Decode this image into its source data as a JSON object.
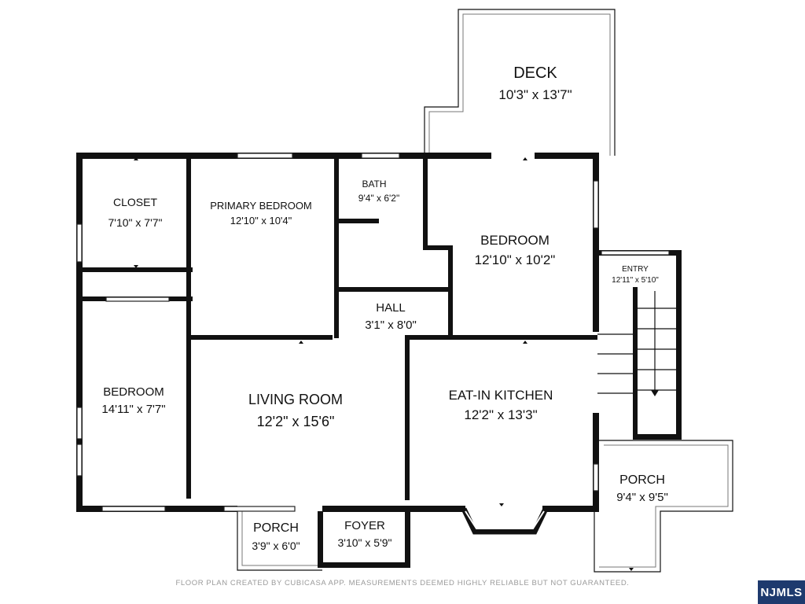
{
  "rooms": [
    {
      "id": "deck",
      "name": "DECK",
      "dims": "10'3\" x 13'7\""
    },
    {
      "id": "closet",
      "name": "CLOSET",
      "dims": "7'10\" x 7'7\""
    },
    {
      "id": "primary-bedroom",
      "name": "PRIMARY BEDROOM",
      "dims": "12'10\" x 10'4\""
    },
    {
      "id": "bath",
      "name": "BATH",
      "dims": "9'4\" x 6'2\""
    },
    {
      "id": "bedroom-right",
      "name": "BEDROOM",
      "dims": "12'10\" x 10'2\""
    },
    {
      "id": "entry",
      "name": "ENTRY",
      "dims": "12'11\" x 5'10\""
    },
    {
      "id": "hall",
      "name": "HALL",
      "dims": "3'1\" x 8'0\""
    },
    {
      "id": "bedroom-left",
      "name": "BEDROOM",
      "dims": "14'11\" x 7'7\""
    },
    {
      "id": "living-room",
      "name": "LIVING ROOM",
      "dims": "12'2\" x 15'6\""
    },
    {
      "id": "kitchen",
      "name": "EAT-IN KITCHEN",
      "dims": "12'2\" x 13'3\""
    },
    {
      "id": "porch-right",
      "name": "PORCH",
      "dims": "9'4\" x 9'5\""
    },
    {
      "id": "porch-front",
      "name": "PORCH",
      "dims": "3'9\" x 6'0\""
    },
    {
      "id": "foyer",
      "name": "FOYER",
      "dims": "3'10\" x 5'9\""
    }
  ],
  "footer": "FLOOR PLAN CREATED BY CUBICASA APP. MEASUREMENTS DEEMED HIGHLY RELIABLE BUT NOT GUARANTEED.",
  "badge": "NJMLS",
  "colors": {
    "wall": "#111111",
    "badge": "#1e3a6e",
    "footer_text": "#9a9a9a"
  }
}
